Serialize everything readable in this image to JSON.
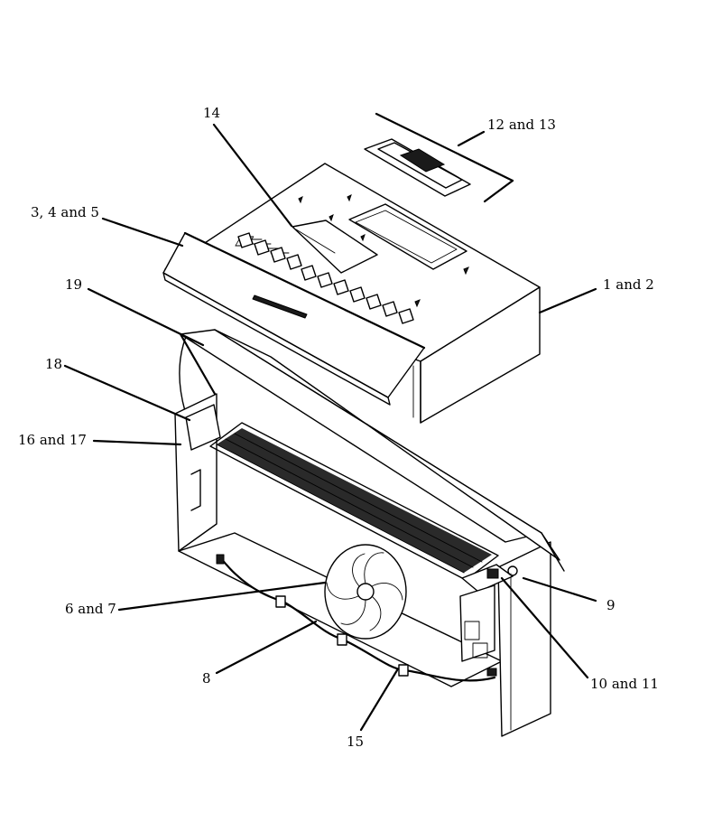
{
  "callouts": [
    {
      "id": "c14",
      "text": "14"
    },
    {
      "id": "c12",
      "text": "12 and 13"
    },
    {
      "id": "c3",
      "text": "3, 4 and 5"
    },
    {
      "id": "c1",
      "text": "1 and 2"
    },
    {
      "id": "c19",
      "text": "19"
    },
    {
      "id": "c18",
      "text": "18"
    },
    {
      "id": "c16",
      "text": "16 and 17"
    },
    {
      "id": "c6",
      "text": "6 and 7"
    },
    {
      "id": "c9",
      "text": "9"
    },
    {
      "id": "c10",
      "text": "10 and 11"
    },
    {
      "id": "c8",
      "text": "8"
    },
    {
      "id": "c15",
      "text": "15"
    }
  ]
}
